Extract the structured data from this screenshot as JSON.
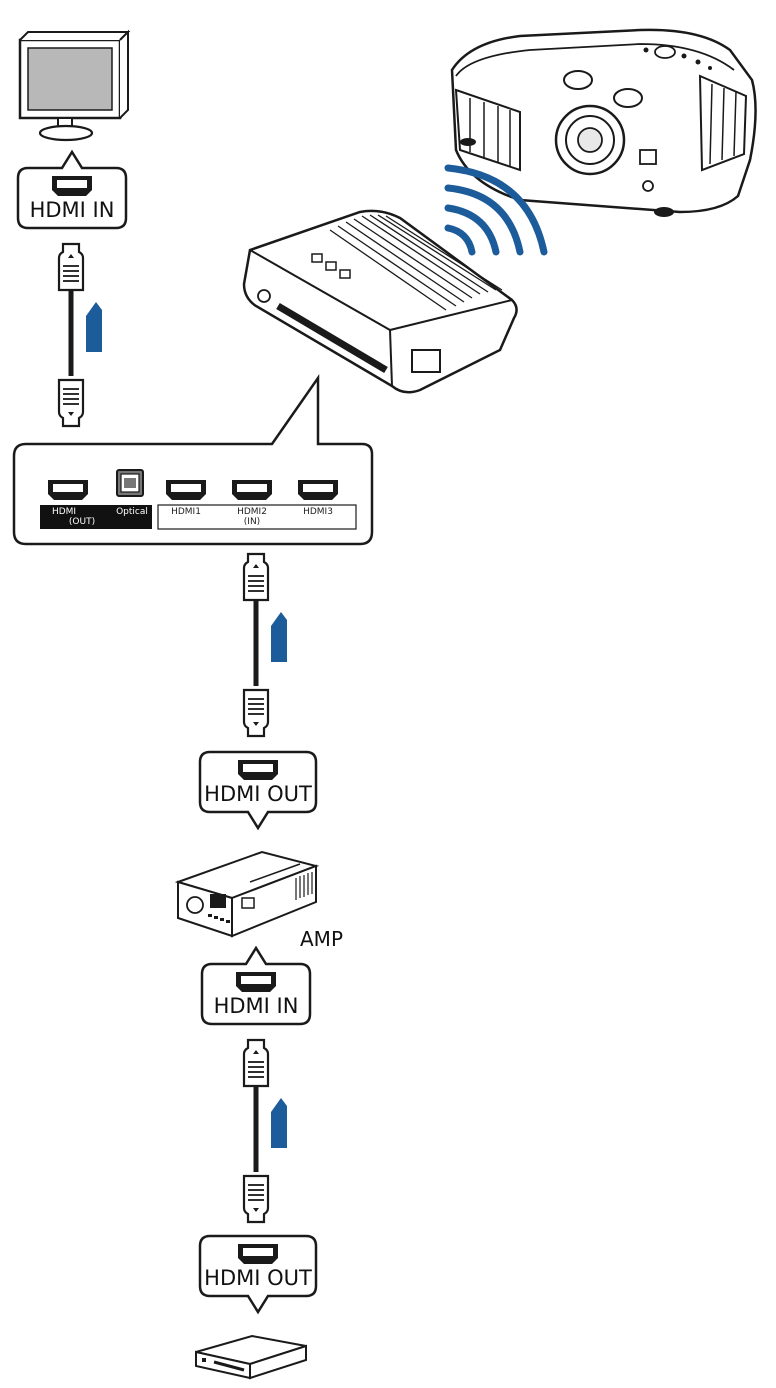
{
  "colors": {
    "line": "#1a1a1a",
    "arrow": "#1d5c9a",
    "wifi": "#1d5c9a",
    "screen": "#b8b8b8",
    "label_bg": "#111111"
  },
  "icons": [
    "tv-icon",
    "projector-icon",
    "wifi-signal-icon",
    "wireless-transmitter-icon",
    "hdmi-cable-icon",
    "upward-arrow-icon",
    "av-amplifier-icon",
    "media-player-icon",
    "hdmi-port-icon",
    "optical-port-icon"
  ],
  "callouts": {
    "tv": "HDMI IN",
    "source_to_switch": "HDMI OUT",
    "amp_in": "HDMI IN",
    "player_out": "HDMI OUT"
  },
  "panel": {
    "hdmi_out_top": "HDMI",
    "hdmi_out_bottom": "(OUT)",
    "optical": "Optical",
    "hdmi1": "HDMI1",
    "hdmi2_top": "HDMI2",
    "hdmi2_bottom": "(IN)",
    "hdmi3": "HDMI3"
  },
  "labels": {
    "amp": "AMP"
  }
}
